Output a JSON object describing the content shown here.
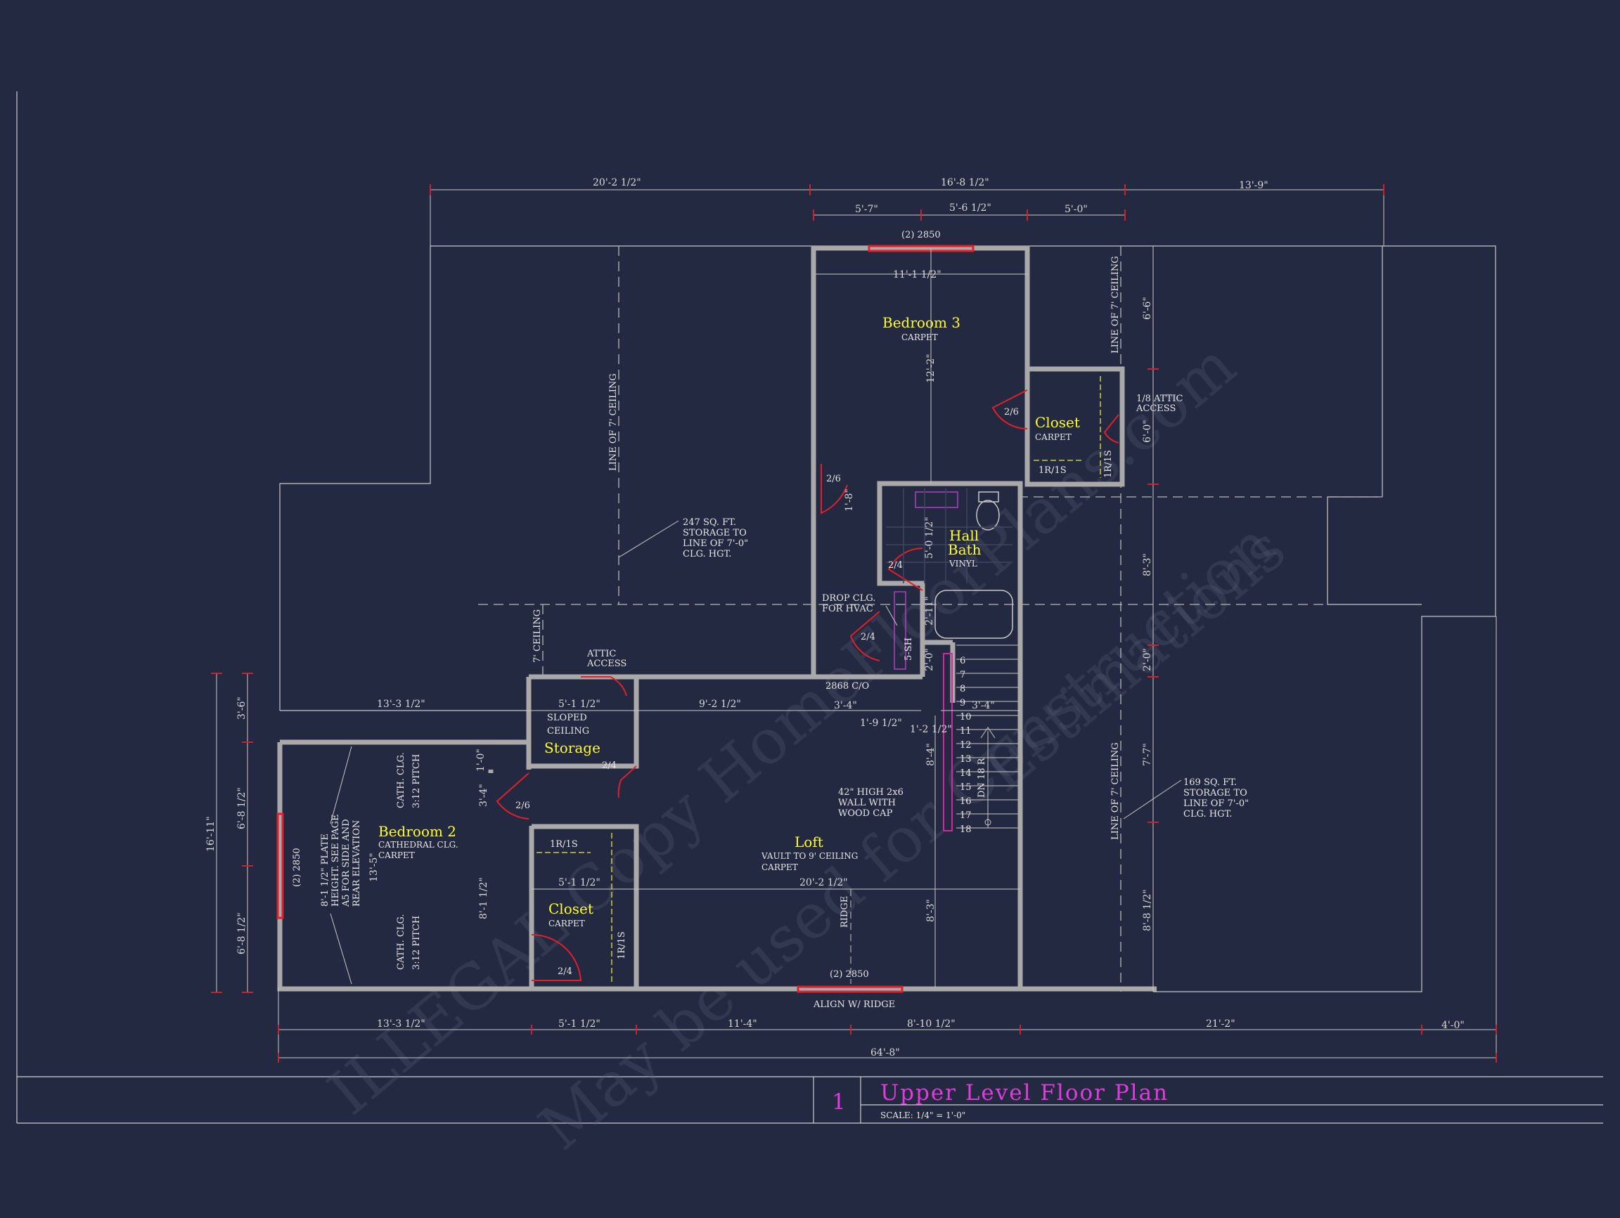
{
  "colors": {
    "background": "#232940",
    "wall": "#a9a9a9",
    "dimension_line": "#c8c8c8",
    "dimension_tick": "#e0202a",
    "door": "#e0202a",
    "room_label": "#ffff33",
    "title": "#e03bdc"
  },
  "title_block": {
    "number": "1",
    "title": "Upper Level Floor Plan",
    "scale": "SCALE: 1/4\" = 1'-0\""
  },
  "watermark": {
    "line1": "ILLEGAL Copy HomeFloorPlans.com",
    "line2": "May be used for Construction",
    "line3": "Estimations"
  },
  "rooms": {
    "bedroom3": {
      "name": "Bedroom  3",
      "finish": "CARPET"
    },
    "closet_top": {
      "name": "Closet",
      "finish": "CARPET"
    },
    "hall_bath": {
      "name1": "Hall",
      "name2": "Bath",
      "finish": "VINYL"
    },
    "storage": {
      "name": "Storage"
    },
    "bedroom2": {
      "name": "Bedroom  2",
      "finish1": "CATHEDRAL CLG.",
      "finish2": "CARPET"
    },
    "closet_bottom": {
      "name": "Closet",
      "finish": "CARPET"
    },
    "loft": {
      "name": "Loft",
      "finish1": "VAULT TO 9' CEILING",
      "finish2": "CARPET"
    }
  },
  "dimensions": {
    "top_left": "20'-2 1/2\"",
    "top_mid": "16'-8 1/2\"",
    "top_right": "13'-9\"",
    "top_sub1": "5'-7\"",
    "top_sub2": "5'-6 1/2\"",
    "top_sub3": "5'-0\"",
    "bed3_width": "11'-1 1/2\"",
    "bed3_depth": "12'-2\"",
    "right_v1": "6'-6\"",
    "right_v2": "6'-0\"",
    "right_v3": "8'-3\"",
    "right_v4": "2'-0\"",
    "right_v5": "7'-7\"",
    "right_v6": "8'-8 1/2\"",
    "bath_v": "5'-0 1/2\"",
    "bath_v2": "2'-11\"",
    "bath_v3": "2'-0\"",
    "hall_v": "1'-8\"",
    "mid_left": "13'-3 1/2\"",
    "mid_storage": "5'-1 1/2\"",
    "mid_loft": "9'-2 1/2\"",
    "mid_3_4": "3'-4\"",
    "mid_3_4b": "3'-4\"",
    "mid_1_9": "1'-9 1/2\"",
    "mid_1_2": "1'-2 1/2\"",
    "stair_v": "8'-4\"",
    "loft_width": "20'-2 1/2\"",
    "closet_width": "5'-1 1/2\"",
    "loft_v": "8'-3\"",
    "left_total": "16'-11\"",
    "left_v1": "3'-6\"",
    "left_v2": "6'-8 1/2\"",
    "left_v3": "6'-8 1/2\"",
    "bed2_v": "13'-5\"",
    "bed2_v2": "1'-0\"",
    "bed2_v3": "3'-4\"",
    "bed2_v4": "8'-1 1/2\"",
    "bottom1": "13'-3 1/2\"",
    "bottom2": "5'-1 1/2\"",
    "bottom3": "11'-4\"",
    "bottom4": "8'-10 1/2\"",
    "bottom5": "21'-2\"",
    "bottom6": "4'-0\"",
    "overall": "64'-8\""
  },
  "notes": {
    "window_top": "(2) 2850",
    "window_bottom": "(2) 2850",
    "window_left": "(2) 2850",
    "line_of_ceiling_left": "LINE OF 7' CEILING",
    "line_of_ceiling_right_top": "LINE OF 7' CEILING",
    "line_of_ceiling_right_bottom": "LINE OF 7' CEILING",
    "seven_ceiling": "7' CEILING",
    "storage_left_1": "247 SQ. FT.",
    "storage_left_2": "STORAGE TO",
    "storage_left_3": "LINE OF 7'-0\"",
    "storage_left_4": "CLG. HGT.",
    "storage_right_1": "169 SQ. FT.",
    "storage_right_2": "STORAGE TO",
    "storage_right_3": "LINE OF 7'-0\"",
    "storage_right_4": "CLG. HGT.",
    "attic_top_1": "1/8 ATTIC",
    "attic_top_2": "ACCESS",
    "attic_mid_1": "ATTIC",
    "attic_mid_2": "ACCESS",
    "drop_clg_1": "DROP CLG.",
    "drop_clg_2": "FOR HVAC",
    "sloped_1": "SLOPED",
    "sloped_2": "CEILING",
    "door_2868": "2868 C/O",
    "shelf_top": "1R/1S",
    "shelf_top_v": "1R/1S",
    "shelf_bottom": "1R/1S",
    "shelf_bottom_v": "1R/1S",
    "door_26_a": "2/6",
    "door_26_b": "2/6",
    "door_26_c": "2/6",
    "door_24_a": "2/4",
    "door_24_b": "2/4",
    "door_24_c": "2/4",
    "door_24_d": "2/4",
    "shower": "5-SH",
    "wall_cap_1": "42\" HIGH 2x6",
    "wall_cap_2": "WALL WITH",
    "wall_cap_3": "WOOD CAP",
    "ridge": "RIDGE",
    "align_ridge": "ALIGN W/ RIDGE",
    "stair_dn": "DN 18 R",
    "cath_clg_top": "CATH. CLG.",
    "pitch_top": "3:12 PITCH",
    "cath_clg_bottom": "CATH. CLG.",
    "pitch_bottom": "3:12 PITCH",
    "plate_1": "8'-1 1/2\" PLATE",
    "plate_2": "HEIGHT. SEE PAGE",
    "plate_3": "A5 FOR SIDE AND",
    "plate_4": "REAR ELEVATION"
  },
  "stair_numbers": [
    "6",
    "7",
    "8",
    "9",
    "10",
    "11",
    "12",
    "13",
    "14",
    "15",
    "16",
    "17",
    "18"
  ]
}
